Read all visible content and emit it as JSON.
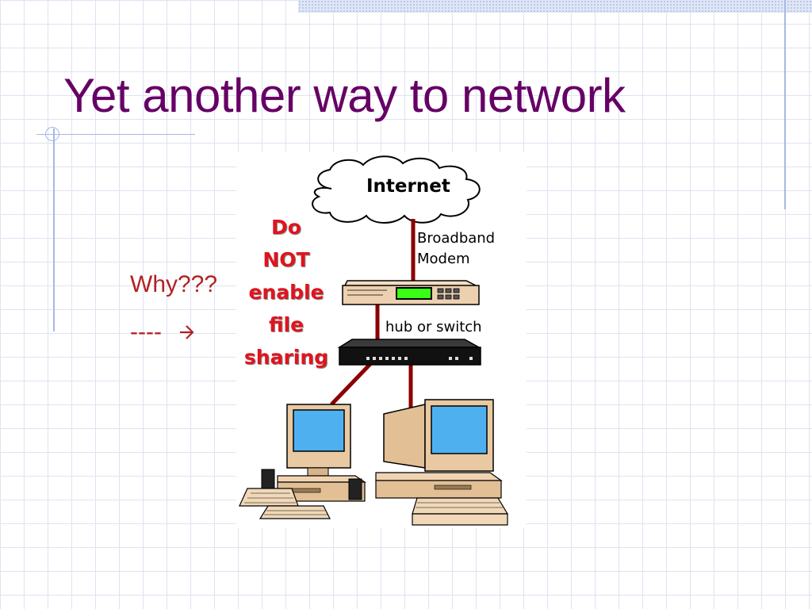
{
  "slide": {
    "title": "Yet another way to network",
    "why": "Why???",
    "dash": "----",
    "arrow_icon": "right-arrow-icon"
  },
  "diagram": {
    "cloud_label": "Internet",
    "modem_label_line1": "Broadband",
    "modem_label_line2": "Modem",
    "hub_label": "hub or switch",
    "warning_lines": [
      "Do",
      "NOT",
      "enable",
      "file",
      "sharing"
    ]
  },
  "colors": {
    "title": "#660066",
    "accent_red": "#b22222",
    "warning_red": "#e0141e",
    "cable": "#8b0000",
    "screen": "#4fb0f0",
    "beige": "#e9c9a2",
    "grid": "#dfe3f2"
  }
}
